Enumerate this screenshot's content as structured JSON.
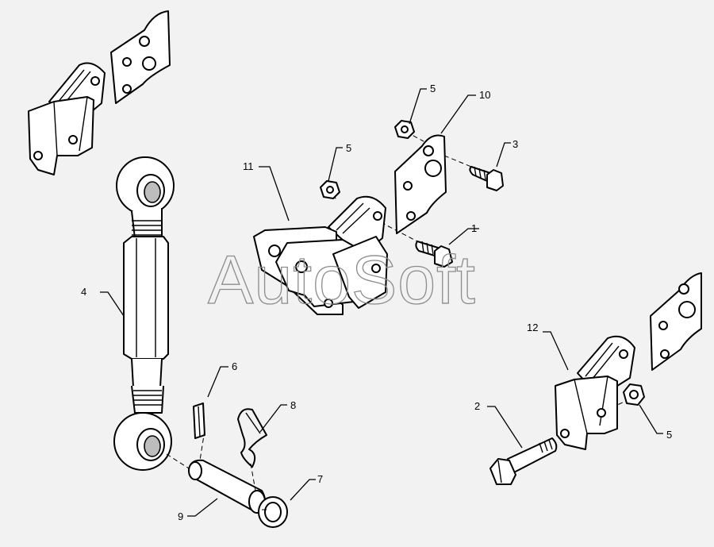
{
  "watermark": "AutoSoft",
  "callouts": [
    {
      "id": "c1",
      "label": "1"
    },
    {
      "id": "c2",
      "label": "2"
    },
    {
      "id": "c3",
      "label": "3"
    },
    {
      "id": "c4",
      "label": "4"
    },
    {
      "id": "c5a",
      "label": "5"
    },
    {
      "id": "c5b",
      "label": "5"
    },
    {
      "id": "c5c",
      "label": "5"
    },
    {
      "id": "c6",
      "label": "6"
    },
    {
      "id": "c7",
      "label": "7"
    },
    {
      "id": "c8",
      "label": "8"
    },
    {
      "id": "c9",
      "label": "9"
    },
    {
      "id": "c10",
      "label": "10"
    },
    {
      "id": "c11",
      "label": "11"
    },
    {
      "id": "c12",
      "label": "12"
    }
  ]
}
